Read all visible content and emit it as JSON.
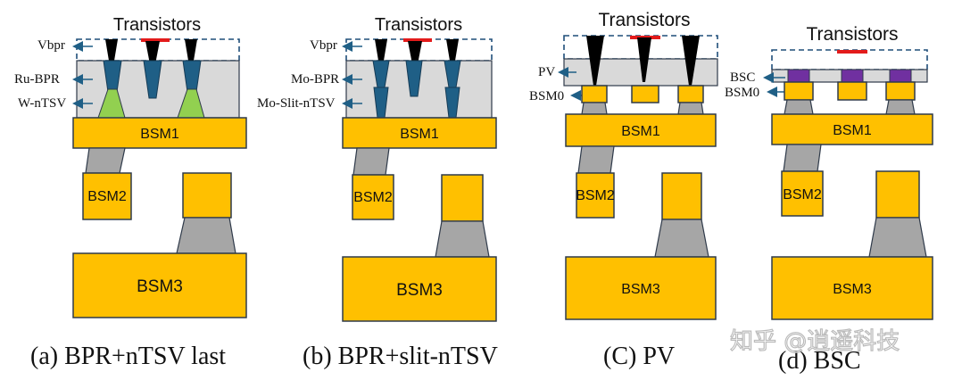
{
  "panels": [
    {
      "title": "Transistors",
      "caption": "(a) BPR+nTSV last",
      "labels": {
        "vbpr": "Vbpr",
        "bpr": "Ru-BPR",
        "tsv": "W-nTSV"
      },
      "metals": {
        "bsm1": "BSM1",
        "bsm2": "BSM2",
        "bsm3": "BSM3"
      }
    },
    {
      "title": "Transistors",
      "caption": "(b) BPR+slit-nTSV",
      "labels": {
        "vbpr": "Vbpr",
        "bpr": "Mo-BPR",
        "tsv": "Mo-Slit-nTSV"
      },
      "metals": {
        "bsm1": "BSM1",
        "bsm2": "BSM2",
        "bsm3": "BSM3"
      }
    },
    {
      "title": "Transistors",
      "caption": "(C) PV",
      "labels": {
        "pv": "PV",
        "bsm0": "BSM0"
      },
      "metals": {
        "bsm1": "BSM1",
        "bsm2": "BSM2",
        "bsm3": "BSM3"
      }
    },
    {
      "title": "Transistors",
      "caption": "(d) BSC",
      "labels": {
        "bsc": "BSC",
        "bsm0": "BSM0"
      },
      "metals": {
        "bsm1": "BSM1",
        "bsm2": "BSM2",
        "bsm3": "BSM3"
      }
    }
  ],
  "watermark": "知乎 @逍遥科技",
  "colors": {
    "metal": "#FFC000",
    "via": "#A6A6A6",
    "layer": "#D9D9D9",
    "bpr": "#1F5F86",
    "tsv": "#92D050",
    "bsc": "#7030A0",
    "transistor_bar": "#E31B1B",
    "contact": "#000000"
  }
}
